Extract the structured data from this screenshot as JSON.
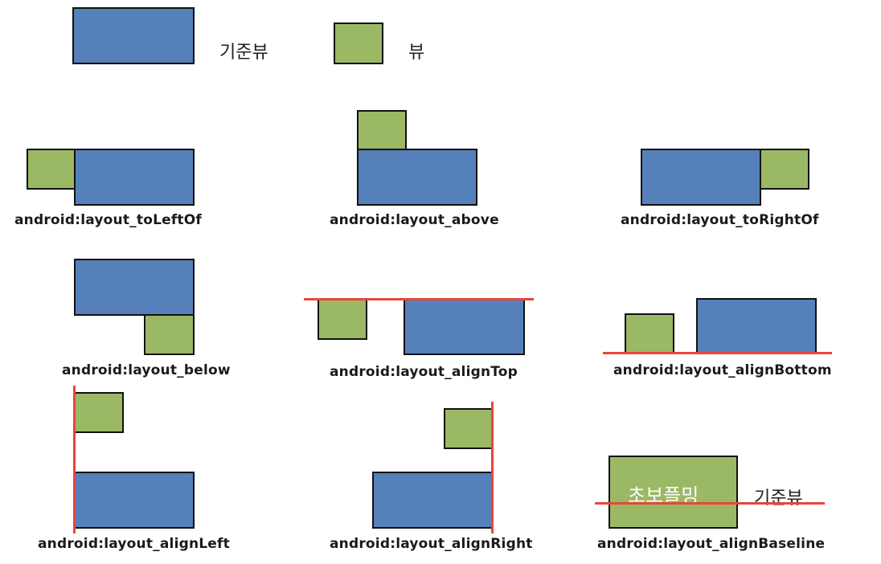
{
  "legend": {
    "reference_label": "기준뷰",
    "view_label": "뷰"
  },
  "captions": {
    "toLeftOf": "android:layout_toLeftOf",
    "above": "android:layout_above",
    "toRightOf": "android:layout_toRightOf",
    "below": "android:layout_below",
    "alignTop": "android:layout_alignTop",
    "alignBottom": "android:layout_alignBottom",
    "alignLeft": "android:layout_alignLeft",
    "alignRight": "android:layout_alignRight",
    "alignBaseline": "android:layout_alignBaseline"
  },
  "baseline_example": {
    "view_text": "초보플밍",
    "reference_text": "기준뷰"
  },
  "colors": {
    "reference_view": "#5580ba",
    "view": "#9bb865",
    "alignment_line": "#e8463a",
    "border": "#111111"
  }
}
